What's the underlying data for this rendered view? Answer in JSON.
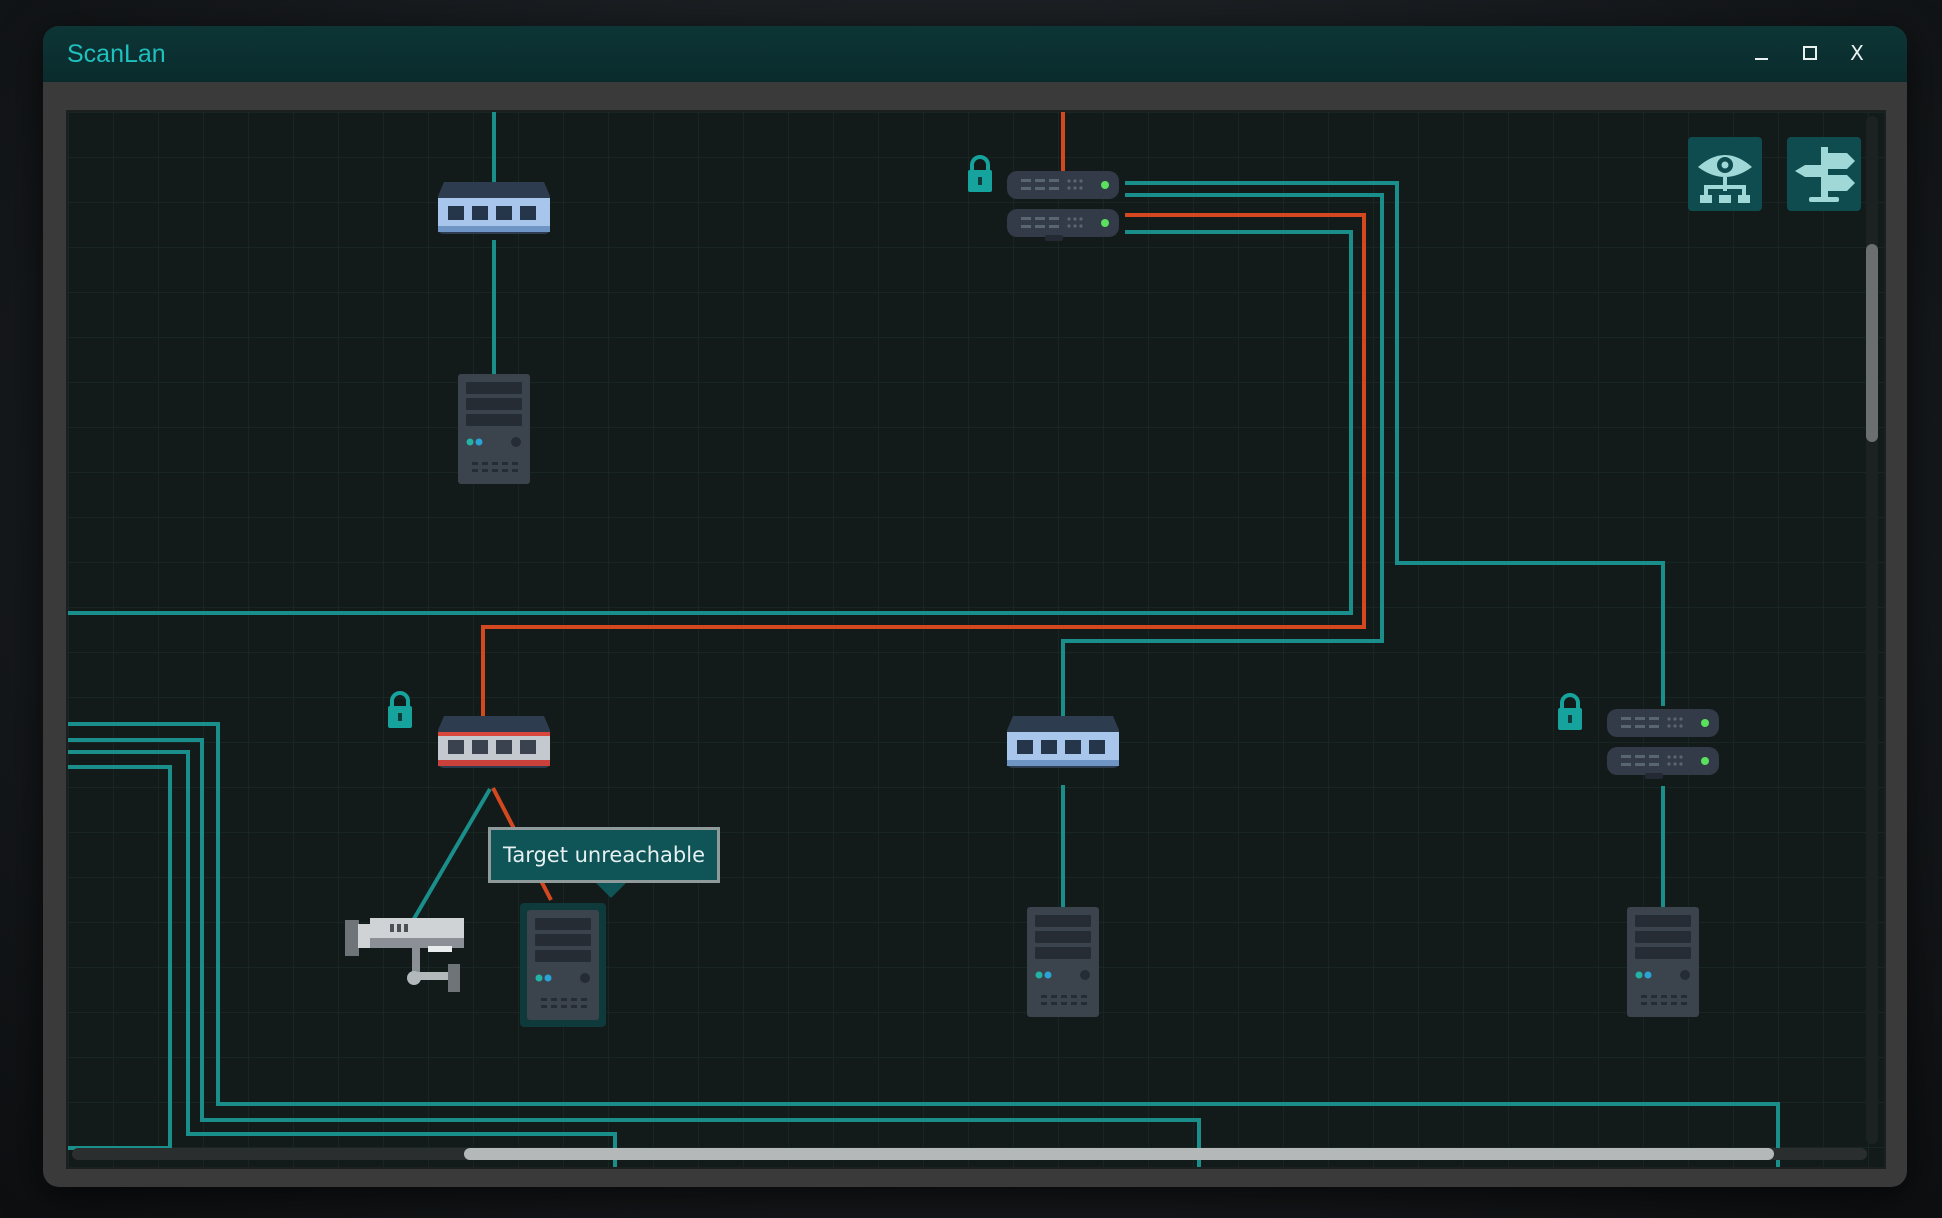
{
  "window": {
    "title": "ScanLan",
    "controls": {
      "minimize": "minimize-icon",
      "maximize": "maximize-icon",
      "close_label": "X"
    }
  },
  "toolbar": {
    "buttons": [
      {
        "icon": "network-eye-icon"
      },
      {
        "icon": "signpost-icon"
      }
    ]
  },
  "network": {
    "nodes": [
      {
        "type": "switch",
        "status": "normal",
        "locked": false
      },
      {
        "type": "server",
        "status": "normal",
        "locked": false
      },
      {
        "type": "router",
        "status": "normal",
        "locked": true
      },
      {
        "type": "switch",
        "status": "alert",
        "locked": true
      },
      {
        "type": "camera",
        "status": "normal",
        "locked": false
      },
      {
        "type": "server",
        "status": "selected",
        "locked": false
      },
      {
        "type": "switch",
        "status": "normal",
        "locked": false
      },
      {
        "type": "server",
        "status": "normal",
        "locked": false
      },
      {
        "type": "router",
        "status": "normal",
        "locked": true
      },
      {
        "type": "server",
        "status": "normal",
        "locked": false
      }
    ],
    "tooltip": "Target unreachable"
  },
  "colors": {
    "link": "#1a8e8a",
    "alert_link": "#d3481f",
    "lock": "#16a39e",
    "background": "#121a1a",
    "grid": "#1a2a26"
  }
}
